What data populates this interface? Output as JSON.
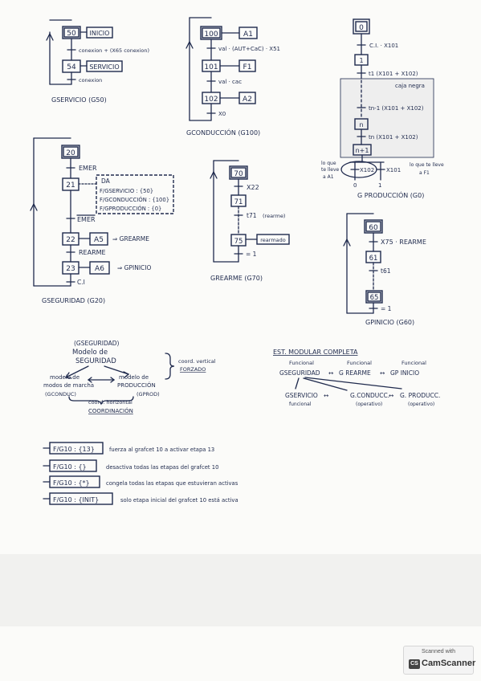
{
  "g50": {
    "step1": "50",
    "inicio": "INICIO",
    "t1": "conexion + (X65 conexion)",
    "step2": "54",
    "servicio": "SERVICIO",
    "t2": "conexion",
    "title": "GSERVICIO (G50)"
  },
  "g100": {
    "step1": "100",
    "a1": "A1",
    "t1": "val · (AUT+CaC) · X51",
    "step2": "101",
    "f1": "F1",
    "t2": "val · cac",
    "step3": "102",
    "a2": "A2",
    "t3": "X0",
    "title": "GCONDUCCIÓN (G100)"
  },
  "gprod": {
    "s0": "0",
    "t0": "C.I. · X101",
    "s1": "1",
    "t1": "t1 (X101 + X102)",
    "caja": "caja negra",
    "tn1": "tn-1 (X101 + X102)",
    "sn": "n",
    "tn": "tn (X101 + X102)",
    "sn1": "n+1",
    "x102": "X102",
    "x101": "X101",
    "lo_que": "lo que",
    "le_lleve": "te lleve",
    "a_a1": "a A1",
    "lo_que_f1": "lo que te lleve",
    "a_f1": "a F1",
    "b0": "0",
    "b1": "1",
    "title": "G PRODUCCIÓN (G0)"
  },
  "g20": {
    "s20": "20",
    "emer1": "EMER",
    "s21": "21",
    "a_da": "DA",
    "a_f1": "F/GSERVICIO : {50}",
    "a_f2": "F/GCONDUCCIÓN : {100}",
    "a_f3": "F/GPRODUCCIÓN : {0}",
    "emer2": "EMER",
    "s22": "22",
    "a5": "A5",
    "grearme": "⇒ GREARME",
    "rearme": "REARME",
    "s23": "23",
    "a6": "A6",
    "gpinicio": "⇒ GPINICIO",
    "ci": "C.I",
    "title": "GSEGURIDAD (G20)"
  },
  "g70": {
    "s70": "70",
    "x22": "X22",
    "s71": "71",
    "t71": "t71",
    "t71_note": "(rearme)",
    "s75": "75",
    "rearmado": "rearmado",
    "eq": "= 1",
    "title": "GREARME (G70)"
  },
  "g60": {
    "s60": "60",
    "x75": "X75 · REARME",
    "s61": "61",
    "t61": "t61",
    "s65": "65",
    "eq": "= 1",
    "title": "GPINICIO (G60)"
  },
  "model": {
    "gseg": "(GSEGURIDAD)",
    "ms1": "Modelo de",
    "ms2": "SEGURIDAD",
    "vert1": "coord. vertical",
    "vert2": "FORZADO",
    "mm1": "modelo de",
    "mm2": "modos de marcha",
    "mm3": "(GCONDUC)",
    "mp1": "modelo de",
    "mp2": "PRODUCCIÓN",
    "mp3": "(GPROD)",
    "hor1": "coord. horizontal",
    "hor2": "COORDINACIÓN"
  },
  "est": {
    "title": "EST. MODULAR COMPLETA",
    "f1": "Funcional",
    "f2": "Funcional",
    "f3": "Funcional",
    "gseg": "GSEGURIDAD",
    "grearme": "G REARME",
    "gpinicio": "GP INICIO",
    "gserv": "GSERVICIO",
    "funcional": "funcional",
    "gcond": "G.CONDUCC.",
    "op1": "(operativo)",
    "gprod": "G. PRODUCC.",
    "op2": "(operativo)"
  },
  "forcing": [
    {
      "code": "F/G10 : {13}",
      "desc": "fuerza al grafcet 10 a activar etapa 13"
    },
    {
      "code": "F/G10 : {}",
      "desc": "desactiva todas las etapas del grafcet 10"
    },
    {
      "code": "F/G10 : {*}",
      "desc": "congela todas las etapas que estuvieran activas"
    },
    {
      "code": "F/G10 : {INIT}",
      "desc": "solo etapa inicial del grafcet 10 está activa"
    }
  ],
  "badge": {
    "line1": "Scanned with",
    "line2": "CamScanner",
    "logo": "CS"
  }
}
